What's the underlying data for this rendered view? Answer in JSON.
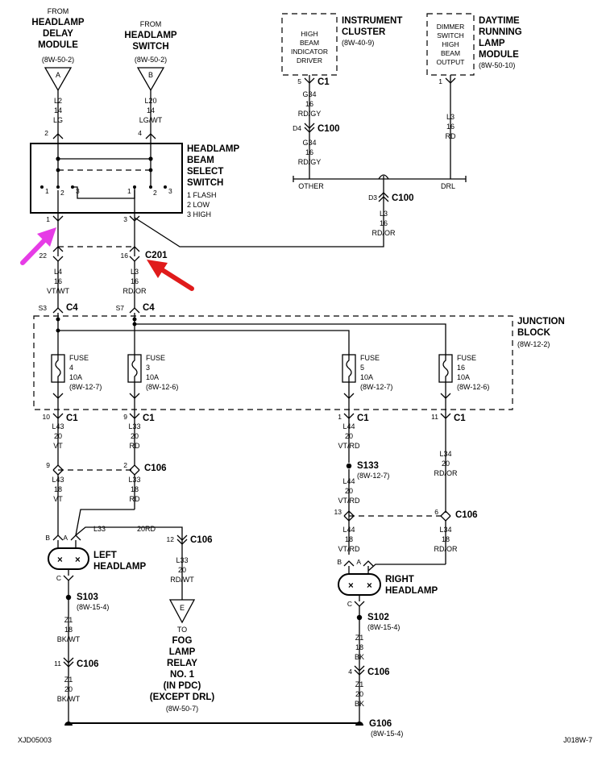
{
  "sources": {
    "a": {
      "from": "FROM",
      "l1": "HEADLAMP",
      "l2": "DELAY",
      "l3": "MODULE",
      "ref": "(8W-50-2)",
      "letter": "A"
    },
    "b": {
      "from": "FROM",
      "l1": "HEADLAMP",
      "l2": "SWITCH",
      "ref": "(8W-50-2)",
      "letter": "B"
    }
  },
  "wires": {
    "l2": {
      "id": "L2",
      "gauge": "14",
      "color": "LG",
      "pin": "2"
    },
    "l20": {
      "id": "L20",
      "gauge": "14",
      "color": "LG/WT",
      "pin": "4"
    },
    "l4": {
      "id": "L4",
      "gauge": "16",
      "color": "VT/WT"
    },
    "l3a": {
      "id": "L3",
      "gauge": "16",
      "color": "RD/OR"
    },
    "g34a": {
      "id": "G34",
      "gauge": "16",
      "color": "RD/GY"
    },
    "g34b": {
      "id": "G34",
      "gauge": "16",
      "color": "RD/GY"
    },
    "l3drl": {
      "id": "L3",
      "gauge": "16",
      "color": "RD"
    },
    "l3c": {
      "id": "L3",
      "gauge": "16",
      "color": "RD/OR"
    },
    "l43a": {
      "id": "L43",
      "gauge": "20",
      "color": "VT"
    },
    "l43b": {
      "id": "L43",
      "gauge": "18",
      "color": "VT"
    },
    "l33a": {
      "id": "L33",
      "gauge": "20",
      "color": "RD"
    },
    "l33b": {
      "id": "L33",
      "gauge": "18",
      "color": "RD"
    },
    "l33h": {
      "text": "L33",
      "text2": "20RD"
    },
    "l33c": {
      "id": "L33",
      "gauge": "20",
      "color": "RD/WT"
    },
    "l44a": {
      "id": "L44",
      "gauge": "20",
      "color": "VT/RD"
    },
    "l44b": {
      "id": "L44",
      "gauge": "20",
      "color": "VT/RD"
    },
    "l44c": {
      "id": "L44",
      "gauge": "18",
      "color": "VT/RD"
    },
    "l34a": {
      "id": "L34",
      "gauge": "20",
      "color": "RD/OR"
    },
    "l34b": {
      "id": "L34",
      "gauge": "18",
      "color": "RD/OR"
    },
    "z1a": {
      "id": "Z1",
      "gauge": "18",
      "color": "BK/WT"
    },
    "z1b": {
      "id": "Z1",
      "gauge": "20",
      "color": "BK/WT"
    },
    "z1c": {
      "id": "Z1",
      "gauge": "18",
      "color": "BK"
    },
    "z1d": {
      "id": "Z1",
      "gauge": "20",
      "color": "BK"
    }
  },
  "switch": {
    "l1": "HEADLAMP",
    "l2": "BEAM",
    "l3": "SELECT",
    "l4": "SWITCH",
    "legend": [
      "1 FLASH",
      "2 LOW",
      "3 HIGH"
    ],
    "pins": [
      "1",
      "2",
      "3",
      "1",
      "2",
      "3"
    ],
    "out1": "1",
    "out3": "3"
  },
  "cluster": {
    "title1": "INSTRUMENT",
    "title2": "CLUSTER",
    "ref": "(8W-40-9)",
    "inner": [
      "HIGH",
      "BEAM",
      "INDICATOR",
      "DRIVER"
    ],
    "pin": "5",
    "conn": "C1"
  },
  "drl_module": {
    "title1": "DAYTIME",
    "title2": "RUNNING",
    "title3": "LAMP",
    "title4": "MODULE",
    "ref": "(8W-50-10)",
    "inner": [
      "DIMMER",
      "SWITCH",
      "HIGH",
      "BEAM",
      "OUTPUT"
    ],
    "pin": "1"
  },
  "c100a": {
    "pin": "D4",
    "name": "C100"
  },
  "c100b": {
    "pin": "D3",
    "name": "C100"
  },
  "branch": {
    "other": "OTHER",
    "drl": "DRL"
  },
  "c201": {
    "pin_left": "22",
    "pin_right": "16",
    "name": "C201"
  },
  "c4": {
    "left_pin": "S3",
    "right_pin": "S7",
    "name": "C4"
  },
  "junction": {
    "title1": "JUNCTION",
    "title2": "BLOCK",
    "ref": "(8W-12-2)"
  },
  "fuses": [
    {
      "label": "FUSE",
      "num": "4",
      "amps": "10A",
      "ref": "(8W-12-7)"
    },
    {
      "label": "FUSE",
      "num": "3",
      "amps": "10A",
      "ref": "(8W-12-6)"
    },
    {
      "label": "FUSE",
      "num": "5",
      "amps": "10A",
      "ref": "(8W-12-7)"
    },
    {
      "label": "FUSE",
      "num": "16",
      "amps": "10A",
      "ref": "(8W-12-6)"
    }
  ],
  "c1": {
    "p1": "10",
    "p2": "9",
    "p3": "1",
    "p4": "11",
    "name": "C1"
  },
  "c106": {
    "name": "C106",
    "p_9": "9",
    "p_2": "2",
    "p_12": "12",
    "p_13": "13",
    "p_6": "6",
    "p_11": "11",
    "p_4": "4"
  },
  "splices": {
    "s133": {
      "name": "S133",
      "ref": "(8W-12-7)"
    },
    "s103": {
      "name": "S103",
      "ref": "(8W-15-4)"
    },
    "s102": {
      "name": "S102",
      "ref": "(8W-15-4)"
    }
  },
  "left_headlamp": {
    "l1": "LEFT",
    "l2": "HEADLAMP",
    "pa": "A",
    "pb": "B",
    "pc": "C"
  },
  "right_headlamp": {
    "l1": "RIGHT",
    "l2": "HEADLAMP",
    "pa": "A",
    "pb": "B",
    "pc": "C"
  },
  "fog": {
    "letter": "E",
    "to": "TO",
    "l1": "FOG",
    "l2": "LAMP",
    "l3": "RELAY",
    "l4": "NO. 1",
    "l5": "(IN PDC)",
    "l6": "(EXCEPT DRL)",
    "ref": "(8W-50-7)"
  },
  "ground": {
    "name": "G106",
    "ref": "(8W-15-4)"
  },
  "footer": {
    "left": "XJD05003",
    "right": "J018W-7"
  },
  "colors": {
    "line": "#000000",
    "magenta_arrow": "#e63ce6",
    "red_arrow": "#e01b1b"
  }
}
